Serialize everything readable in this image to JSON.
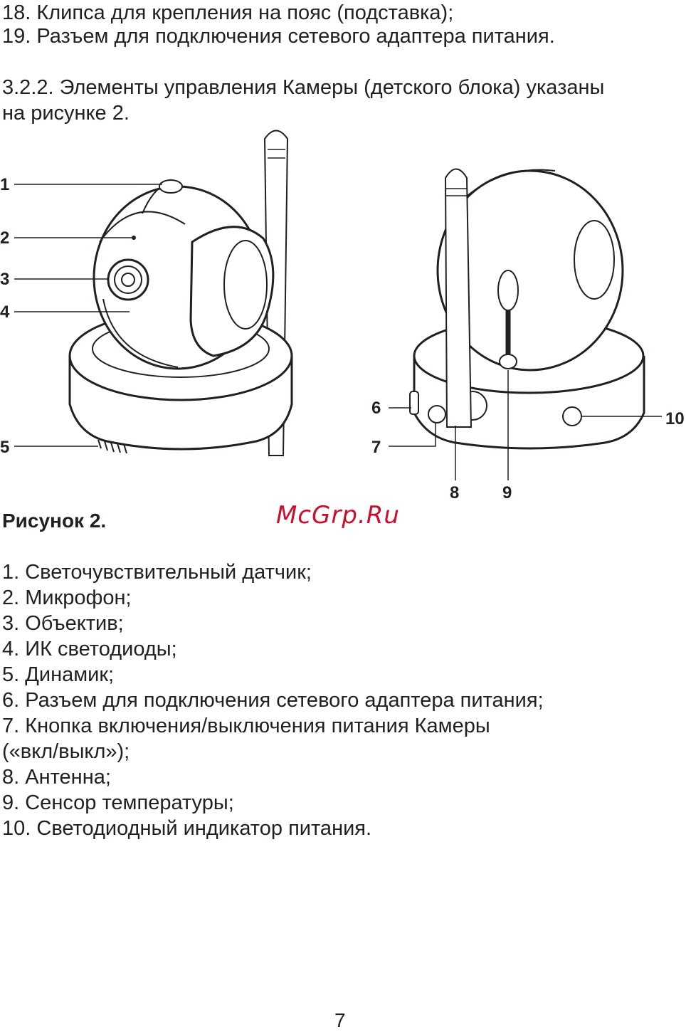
{
  "intro": {
    "line1": "18. Клипса для крепления на пояс (подставка);",
    "line2": "19. Разъем для подключения сетевого адаптера питания.",
    "line3": "3.2.2. Элементы управления Камеры (детского блока) указаны",
    "line4": "на рисунке 2."
  },
  "figure": {
    "callouts": [
      "1",
      "2",
      "3",
      "4",
      "5",
      "6",
      "7",
      "8",
      "9",
      "10"
    ]
  },
  "caption": "Рисунок 2.",
  "watermark": "McGrp.Ru",
  "items": [
    "1. Светочувствительный датчик;",
    "2. Микрофон;",
    "3. Объектив;",
    "4. ИК светодиоды;",
    "5. Динамик;",
    "6. Разъем для подключения сетевого адаптера питания;",
    "7. Кнопка включения/выключения питания Камеры",
    "(«вкл/выкл»);",
    "8. Антенна;",
    "9. Сенсор температуры;",
    "10. Светодиодный индикатор питания."
  ],
  "page_number": "7"
}
